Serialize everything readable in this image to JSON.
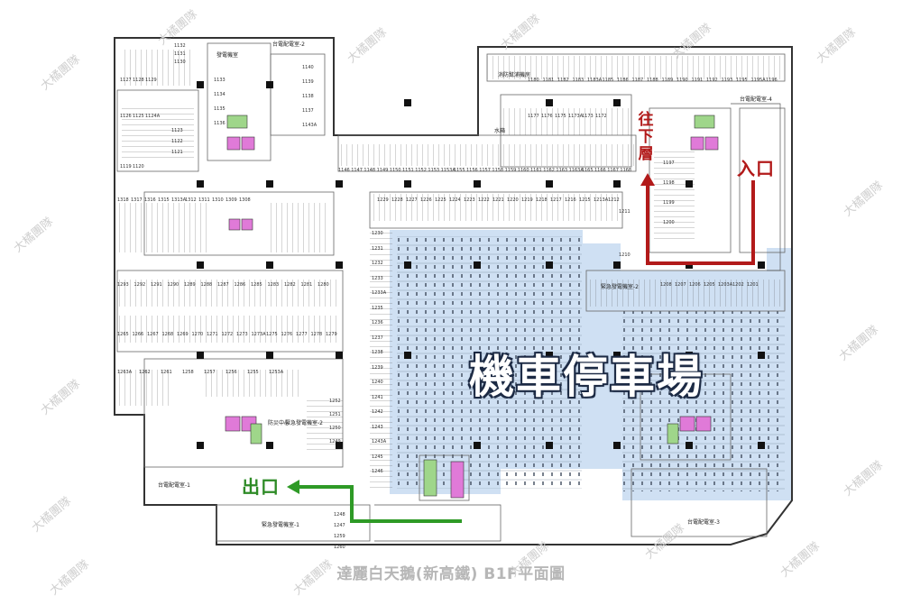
{
  "map": {
    "caption": "達麗白天鵝(新高鐵) B1F平面圖",
    "zone_label": "機車停車場",
    "exit_label": "出口",
    "entry_label": "入口",
    "down_label": "往下層",
    "watermark": "大橘團隊",
    "colors": {
      "motor_zone": "#cfe0f3",
      "exit_arrow": "#2e9a26",
      "entry_arrow": "#b21a1a",
      "elevator": "#e07ad8",
      "stair": "#9fd68a",
      "wall": "#333333"
    }
  },
  "rooms": {
    "top_left_room_a": "台電配電室-2",
    "top_left_room_b": "發電機室",
    "water_room": "水箱",
    "fire_pump": "消防幫浦機房",
    "right_room": "台電配電室-4",
    "bottom_left_room": "台電配電室-1",
    "bottom_mid_room": "緊急發電機室-1",
    "disaster_center": "防災中心",
    "right_mid_room": "緊急發電機室-2",
    "bottom_right_room": "台電配電室-3",
    "mid_right_room": "緊急發電機室-2"
  },
  "slots": {
    "row_a": [
      "1132",
      "1131",
      "1130"
    ],
    "row_b": [
      "1127",
      "1128",
      "1129"
    ],
    "row_c": [
      "1126",
      "1125",
      "1124A"
    ],
    "row_d": [
      "1123",
      "1122",
      "1121"
    ],
    "row_e": [
      "1119",
      "1120"
    ],
    "col_mid_a": [
      "1140",
      "1139",
      "1138",
      "1137",
      "1143A"
    ],
    "col_mid_b": [
      "1133",
      "1134",
      "1135",
      "1136"
    ],
    "row_top_strip": [
      "1146",
      "1147",
      "1148",
      "1149",
      "1150",
      "1151",
      "1152",
      "1153",
      "1153A",
      "1155",
      "1156",
      "1157",
      "1158",
      "1159",
      "1160",
      "1161",
      "1162",
      "1163",
      "1163A",
      "1165",
      "1166",
      "1167",
      "1168"
    ],
    "row_top_right": [
      "1180",
      "1181",
      "1182",
      "1183",
      "1183A",
      "1185",
      "1186",
      "1187",
      "1188",
      "1189",
      "1190",
      "1191",
      "1192",
      "1193",
      "1195",
      "1195A",
      "1196"
    ],
    "row_upper_right": [
      "1177",
      "1176",
      "1175",
      "1173A",
      "1173",
      "1172"
    ],
    "row_1300": [
      "1318",
      "1317",
      "1316",
      "1315",
      "1313A",
      "1312",
      "1311",
      "1310",
      "1309",
      "1308"
    ],
    "row_1290": [
      "1293",
      "1292",
      "1291",
      "1290",
      "1289",
      "1288",
      "1287",
      "1286",
      "1285",
      "1283",
      "1282",
      "1281",
      "1280"
    ],
    "row_1265": [
      "1265",
      "1266",
      "1267",
      "1268",
      "1269",
      "1270",
      "1271",
      "1272",
      "1273",
      "1273A",
      "1275",
      "1276",
      "1277",
      "1278",
      "1279"
    ],
    "row_1255": [
      "1263A",
      "1262",
      "1261",
      "1258",
      "1257",
      "1256",
      "1255",
      "1253A"
    ],
    "row_1229": [
      "1229",
      "1228",
      "1227",
      "1226",
      "1225",
      "1224",
      "1223",
      "1222",
      "1221",
      "1220",
      "1219",
      "1218",
      "1217",
      "1216",
      "1215",
      "1213A",
      "1212"
    ],
    "col_1230": [
      "1230",
      "1231",
      "1232",
      "1233",
      "1233A",
      "1235",
      "1236",
      "1237",
      "1238",
      "1239",
      "1240",
      "1241",
      "1242",
      "1243",
      "1243A",
      "1245",
      "1246"
    ],
    "col_1252": [
      "1252",
      "1251",
      "1250",
      "1249"
    ],
    "col_1210": [
      "1211",
      "1210"
    ],
    "row_1200": [
      "1208",
      "1207",
      "1206",
      "1205",
      "1203A",
      "1202",
      "1201"
    ],
    "col_1197": [
      "1197",
      "1198",
      "1199",
      "1200"
    ],
    "bottom_misc": [
      "1248",
      "1247",
      "1259",
      "1260"
    ]
  }
}
